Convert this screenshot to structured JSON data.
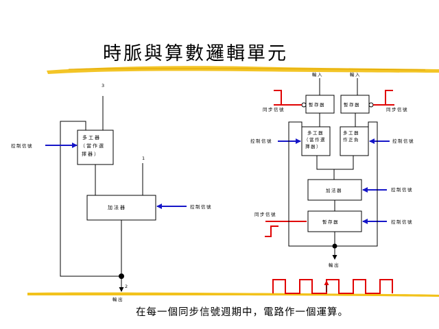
{
  "title": "時脈與算數邏輯單元",
  "caption": "在每一個同步信號週期中，電路作一個運算。",
  "left": {
    "mux_label": [
      "多工器",
      "（當作選",
      "擇器）"
    ],
    "adder_label": "加法器",
    "control_left": "控制信號",
    "control_right": "控制信號",
    "output": "輸出",
    "marker_3": "3",
    "marker_1": "1",
    "marker_2": "2"
  },
  "right": {
    "input_a": "輸入",
    "input_b": "輸入",
    "reg_a": "暫存器",
    "reg_b": "暫存器",
    "mux_a": [
      "多工器",
      "（當作選",
      "擇器）"
    ],
    "mux_b": [
      "多工器",
      "作正負"
    ],
    "adder": "加法器",
    "reg_out": "暫存器",
    "sync_left": "同步信號",
    "sync_right": "同步信號",
    "sync_bottom": "同步信號",
    "ctrl_mux_a": "控制信號",
    "ctrl_mux_b": "控制信號",
    "ctrl_adder": "控制信號",
    "ctrl_reg": "控制信號",
    "output": "輸出"
  },
  "colors": {
    "control_arrow": "#1515c8",
    "sync_wave": "#e00000",
    "highlighter": "#f2c21b"
  }
}
